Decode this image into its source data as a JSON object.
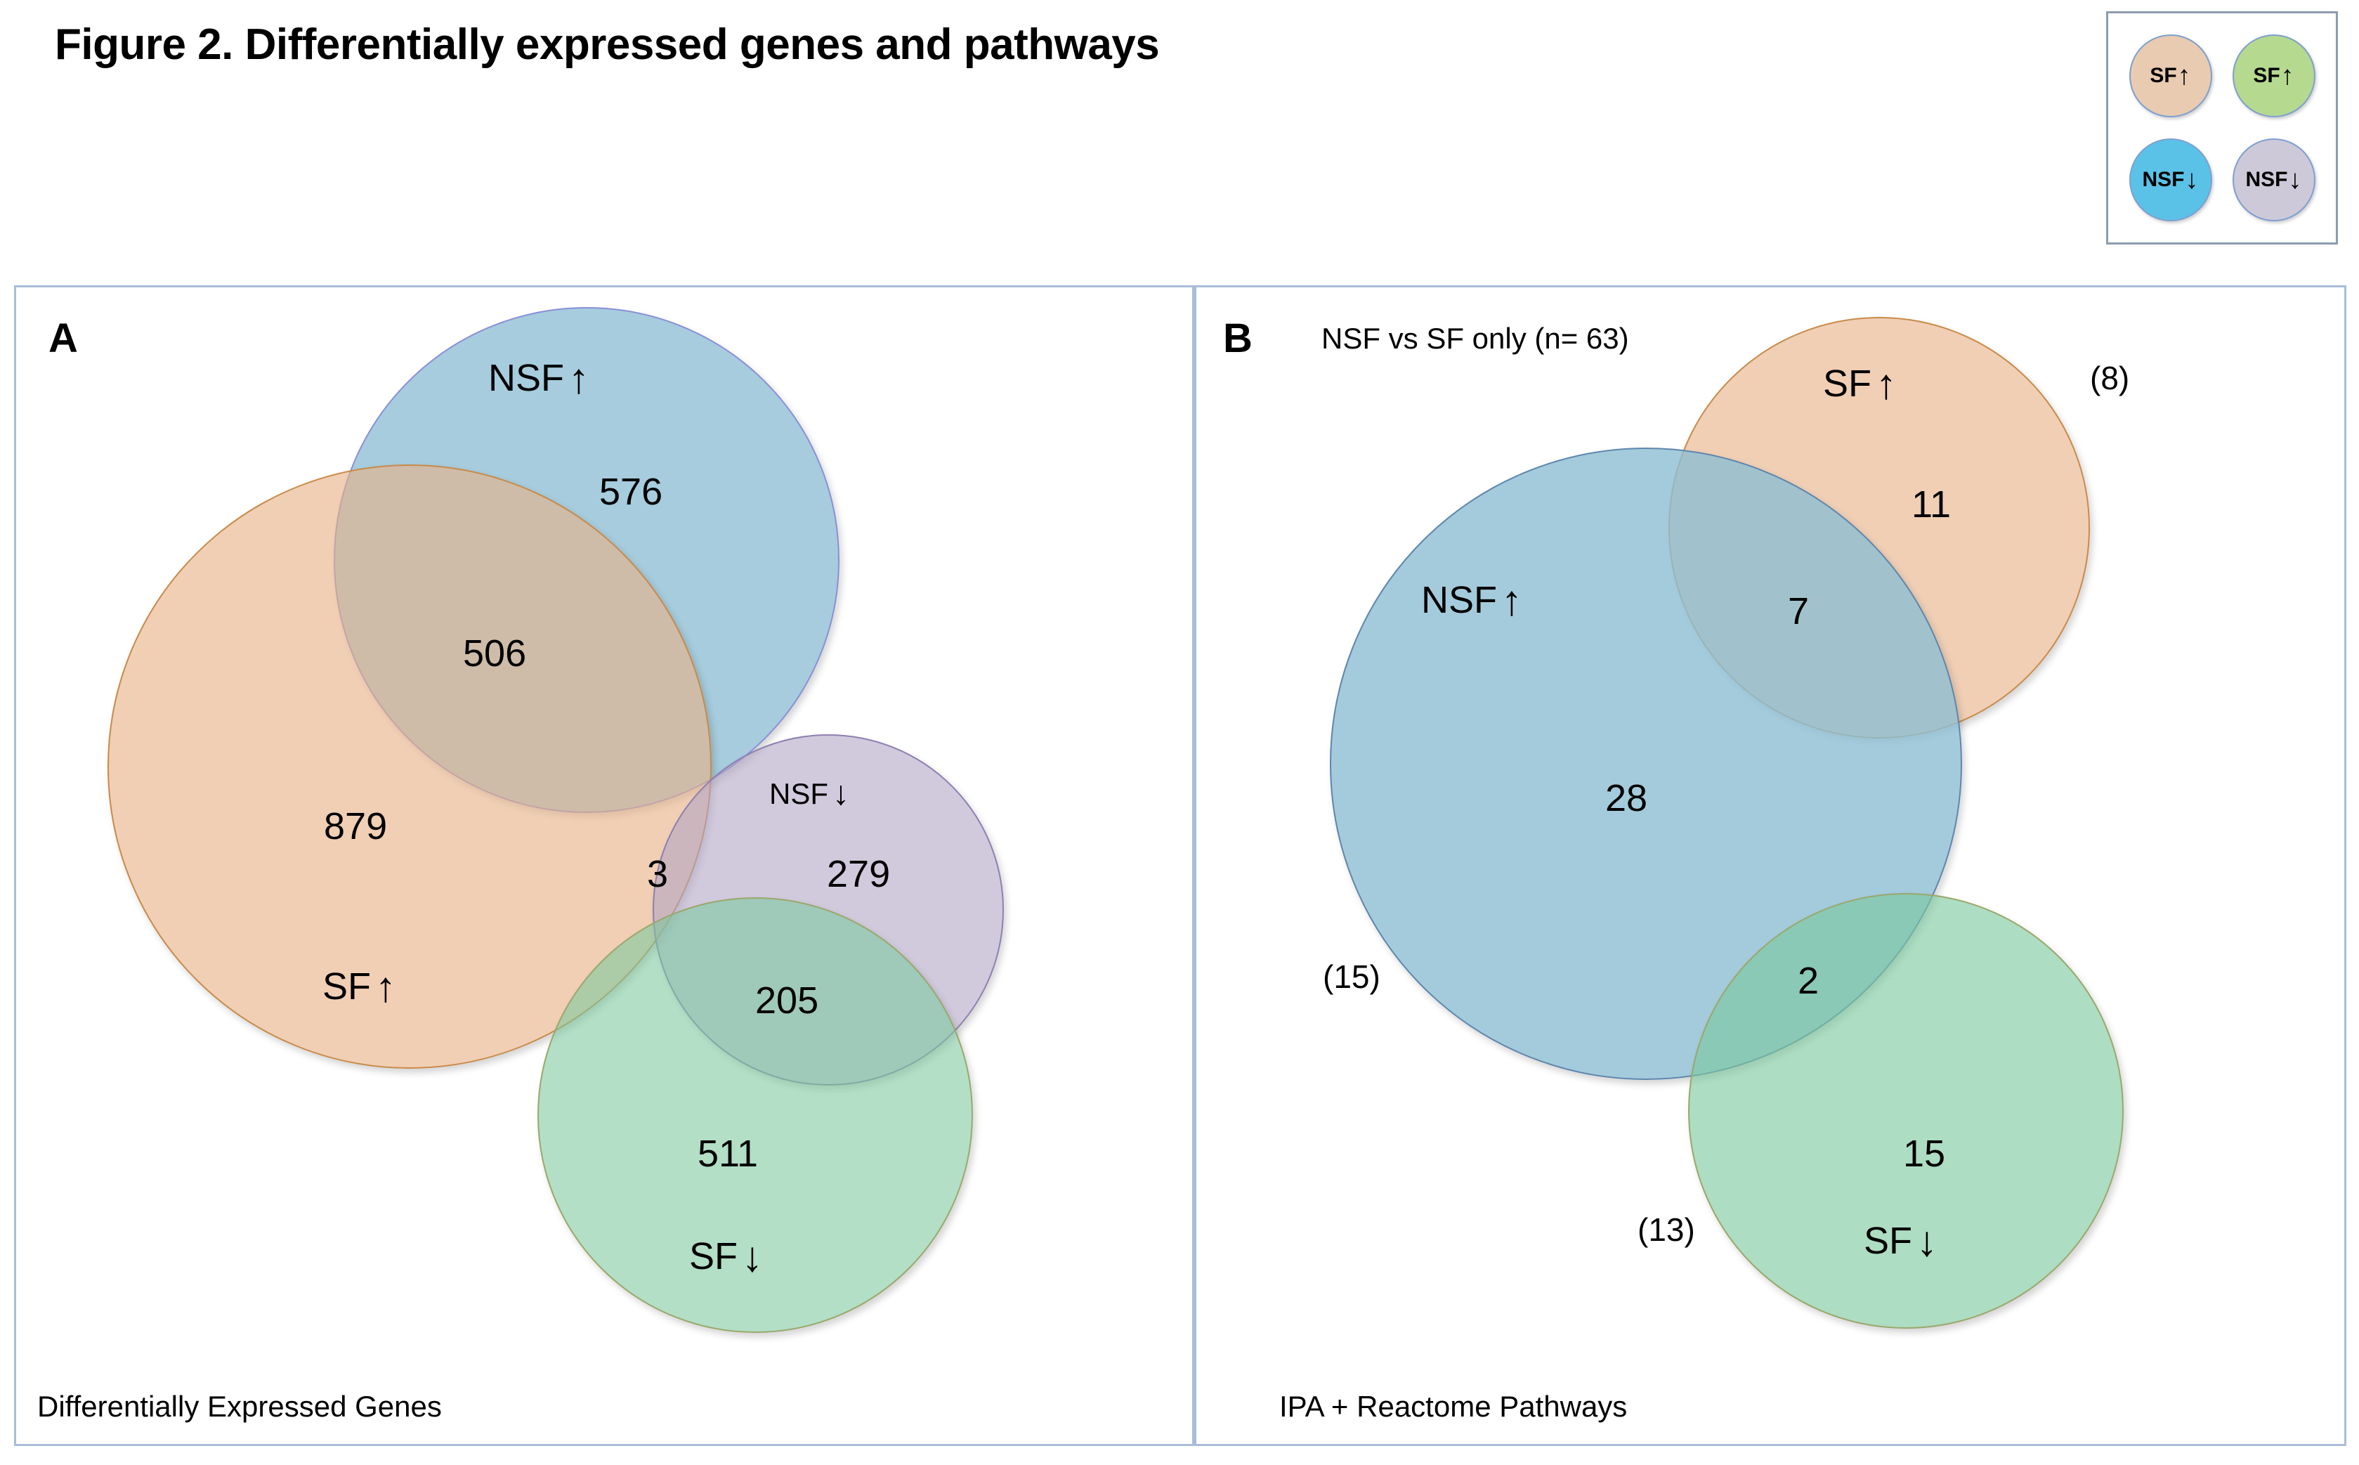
{
  "title": "Figure 2. Differentially expressed genes and pathways",
  "legend": {
    "items": [
      {
        "name": "SF up (tan)",
        "label": "SF",
        "arrow": "↑",
        "color": "#e8cbb0"
      },
      {
        "name": "SF up (green)",
        "label": "SF",
        "arrow": "↑",
        "color": "#b5d98e"
      },
      {
        "name": "NSF down (blue)",
        "label": "NSF",
        "arrow": "↓",
        "color": "#5bc2e7"
      },
      {
        "name": "NSF down (lilac)",
        "label": "NSF",
        "arrow": "↓",
        "color": "#cdc9d8"
      }
    ]
  },
  "panel_a": {
    "letter": "A",
    "caption": "Differentially Expressed Genes",
    "sets": [
      {
        "key": "nsf_up",
        "label": "NSF",
        "arrow": "↑",
        "color": "#a6cada",
        "only": "576"
      },
      {
        "key": "sf_up",
        "label": "SF",
        "arrow": "↑",
        "color": "#e8cbb0",
        "only": "879"
      },
      {
        "key": "nsf_down",
        "label": "NSF",
        "arrow": "↓",
        "color": "#cdc9d8",
        "only": "279"
      },
      {
        "key": "sf_down",
        "label": "SF",
        "arrow": "↓",
        "color": "#b1dbc2",
        "only": "511"
      }
    ],
    "intersections": [
      {
        "key": "sf_up__nsf_up",
        "value": "506"
      },
      {
        "key": "sf_up__nsf_down",
        "value": "3"
      },
      {
        "key": "nsf_down__sf_down",
        "value": "205"
      }
    ]
  },
  "panel_b": {
    "letter": "B",
    "subtitle": "NSF vs SF only (n= 63)",
    "caption": "IPA + Reactome Pathways",
    "sets": [
      {
        "key": "nsf_up",
        "label": "NSF",
        "arrow": "↑",
        "color": "#a6cada",
        "only": "28",
        "note": "(15)"
      },
      {
        "key": "sf_up",
        "label": "SF",
        "arrow": "↑",
        "color": "#e8cbb0",
        "only": "11",
        "note": "(8)"
      },
      {
        "key": "sf_down",
        "label": "SF",
        "arrow": "↓",
        "color": "#b1dbc2",
        "only": "15",
        "note": "(13)"
      }
    ],
    "intersections": [
      {
        "key": "nsf_up__sf_up",
        "value": "7"
      },
      {
        "key": "nsf_up__sf_down",
        "value": "2"
      }
    ]
  },
  "chart_data": {
    "type": "venn",
    "title": "Figure 2. Differentially expressed genes and pathways",
    "panels": [
      {
        "id": "A",
        "subtitle": "",
        "caption": "Differentially Expressed Genes",
        "sets": [
          "SF↑",
          "NSF↑",
          "NSF↓",
          "SF↓"
        ],
        "regions": [
          {
            "sets": [
              "NSF↑"
            ],
            "value": 576
          },
          {
            "sets": [
              "SF↑"
            ],
            "value": 879
          },
          {
            "sets": [
              "NSF↓"
            ],
            "value": 279
          },
          {
            "sets": [
              "SF↓"
            ],
            "value": 511
          },
          {
            "sets": [
              "SF↑",
              "NSF↑"
            ],
            "value": 506
          },
          {
            "sets": [
              "SF↑",
              "NSF↓"
            ],
            "value": 3
          },
          {
            "sets": [
              "NSF↓",
              "SF↓"
            ],
            "value": 205
          }
        ]
      },
      {
        "id": "B",
        "subtitle": "NSF vs SF only (n= 63)",
        "caption": "IPA + Reactome Pathways",
        "sets": [
          "NSF↑",
          "SF↑",
          "SF↓"
        ],
        "regions": [
          {
            "sets": [
              "NSF↑"
            ],
            "value": 28
          },
          {
            "sets": [
              "SF↑"
            ],
            "value": 11
          },
          {
            "sets": [
              "SF↓"
            ],
            "value": 15
          },
          {
            "sets": [
              "NSF↑",
              "SF↑"
            ],
            "value": 7
          },
          {
            "sets": [
              "NSF↑",
              "SF↓"
            ],
            "value": 2
          }
        ],
        "annotations": [
          {
            "label": "(15)",
            "near": "NSF↑"
          },
          {
            "label": "(8)",
            "near": "SF↑"
          },
          {
            "label": "(13)",
            "near": "SF↓"
          }
        ]
      }
    ]
  }
}
